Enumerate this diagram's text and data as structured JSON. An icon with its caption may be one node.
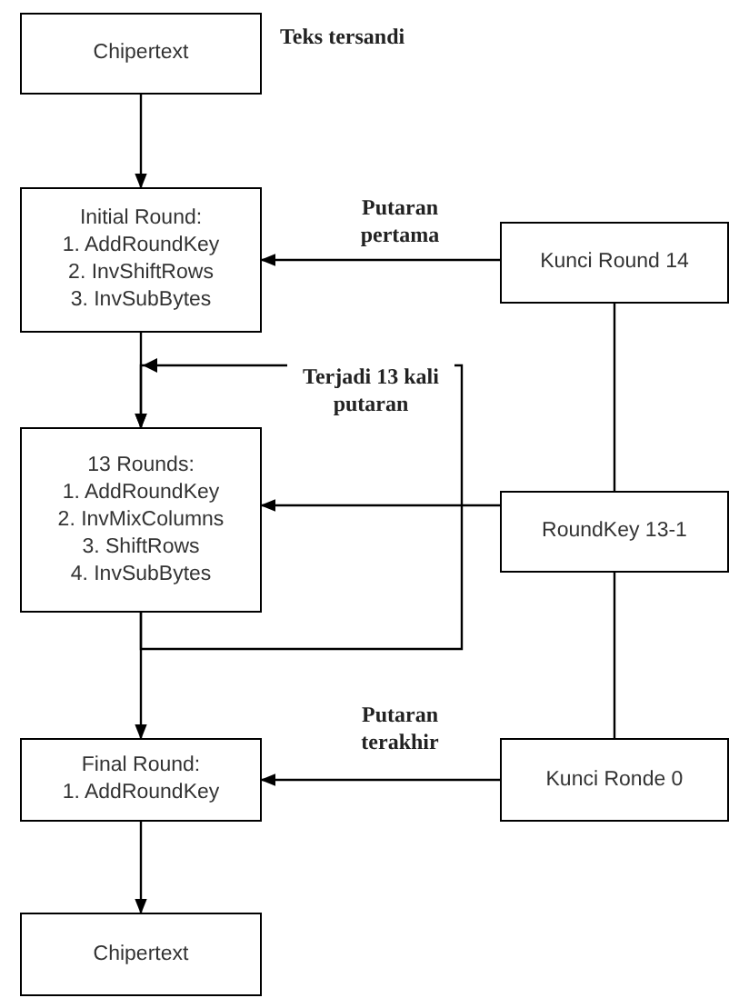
{
  "diagram": {
    "nodes": [
      {
        "text": [
          "Chipertext"
        ],
        "beside": [
          "Teks tersandi"
        ]
      },
      {
        "text": [
          "Initial Round:",
          "1. AddRoundKey",
          "2. InvShiftRows",
          "3. InvSubBytes"
        ]
      },
      {
        "text": [
          "13 Rounds:",
          "1. AddRoundKey",
          "2. InvMixColumns",
          "3. ShiftRows",
          "4. InvSubBytes"
        ]
      },
      {
        "text": [
          "Final Round:",
          "1. AddRoundKey"
        ]
      },
      {
        "text": [
          "Chipertext"
        ]
      },
      {
        "text": [
          "Kunci Round 14"
        ]
      },
      {
        "text": [
          "RoundKey 13-1"
        ]
      },
      {
        "text": [
          "Kunci Ronde 0"
        ]
      }
    ],
    "edges": [
      {
        "from": 0,
        "to": 1,
        "arrow": "to"
      },
      {
        "from": 1,
        "to": 2,
        "arrow": "to"
      },
      {
        "from": 2,
        "to": 3,
        "arrow": "to"
      },
      {
        "from": 3,
        "to": 4,
        "arrow": "to"
      },
      {
        "from": 5,
        "to": 1,
        "arrow": "to",
        "label": "Putaran pertama"
      },
      {
        "from": 6,
        "to": 2,
        "arrow": "to"
      },
      {
        "from": 7,
        "to": 3,
        "arrow": "to",
        "label": "Putaran terakhir"
      },
      {
        "from": 5,
        "to": 6,
        "arrow": "none"
      },
      {
        "from": 6,
        "to": 7,
        "arrow": "none"
      },
      {
        "from": 2,
        "to": 2,
        "arrow": "to",
        "label": "Terjadi 13 kali putaran"
      }
    ]
  }
}
